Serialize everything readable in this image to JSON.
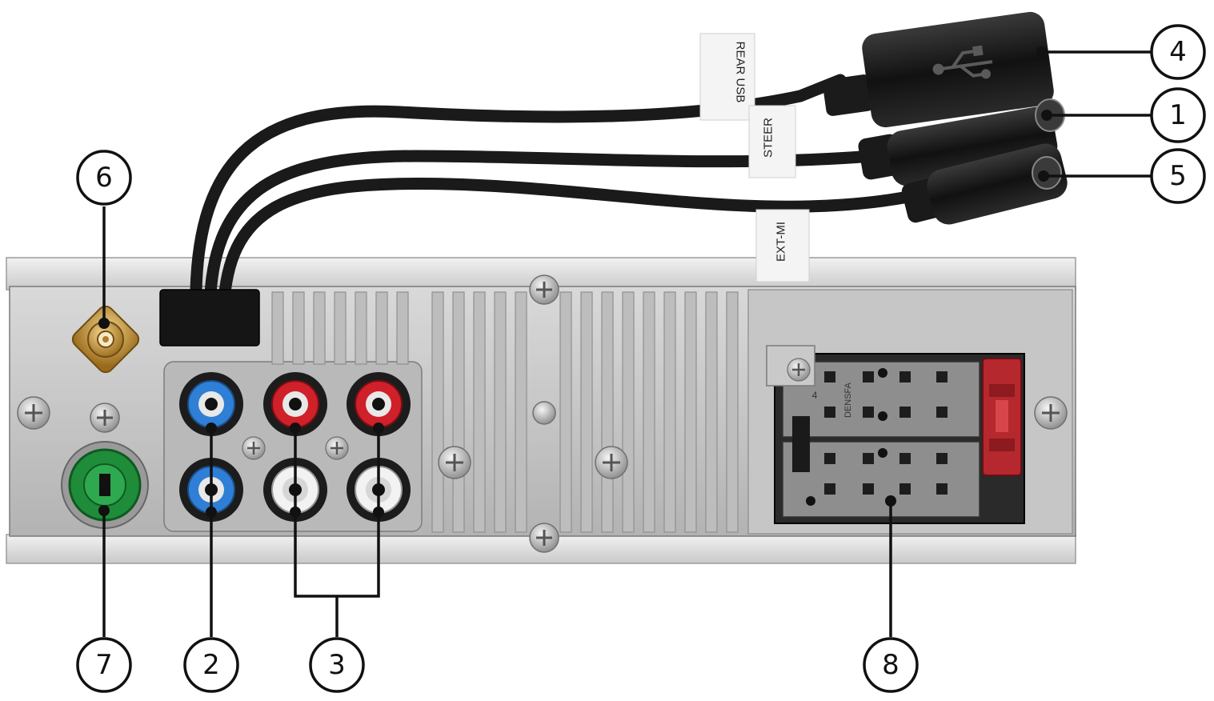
{
  "cable_tags": {
    "rear_usb": "REAR USB",
    "steer": "STEER",
    "ext_mic": "EXT-MI"
  },
  "connector_text": {
    "mark": "DENSFA",
    "digit": "4"
  },
  "callouts": {
    "c1": "1",
    "c2": "2",
    "c3": "3",
    "c4": "4",
    "c5": "5",
    "c6": "6",
    "c7": "7",
    "c8": "8"
  },
  "colors": {
    "rca_blue": "#2f7fd6",
    "rca_red": "#d0202a",
    "rca_white": "#f2f2f2",
    "green_jack": "#1f8c3a",
    "fuse_red": "#b5282e",
    "chassis": "#c8c8c8",
    "cable": "#1a1a1a",
    "antenna_gold": "#c99a3a"
  }
}
